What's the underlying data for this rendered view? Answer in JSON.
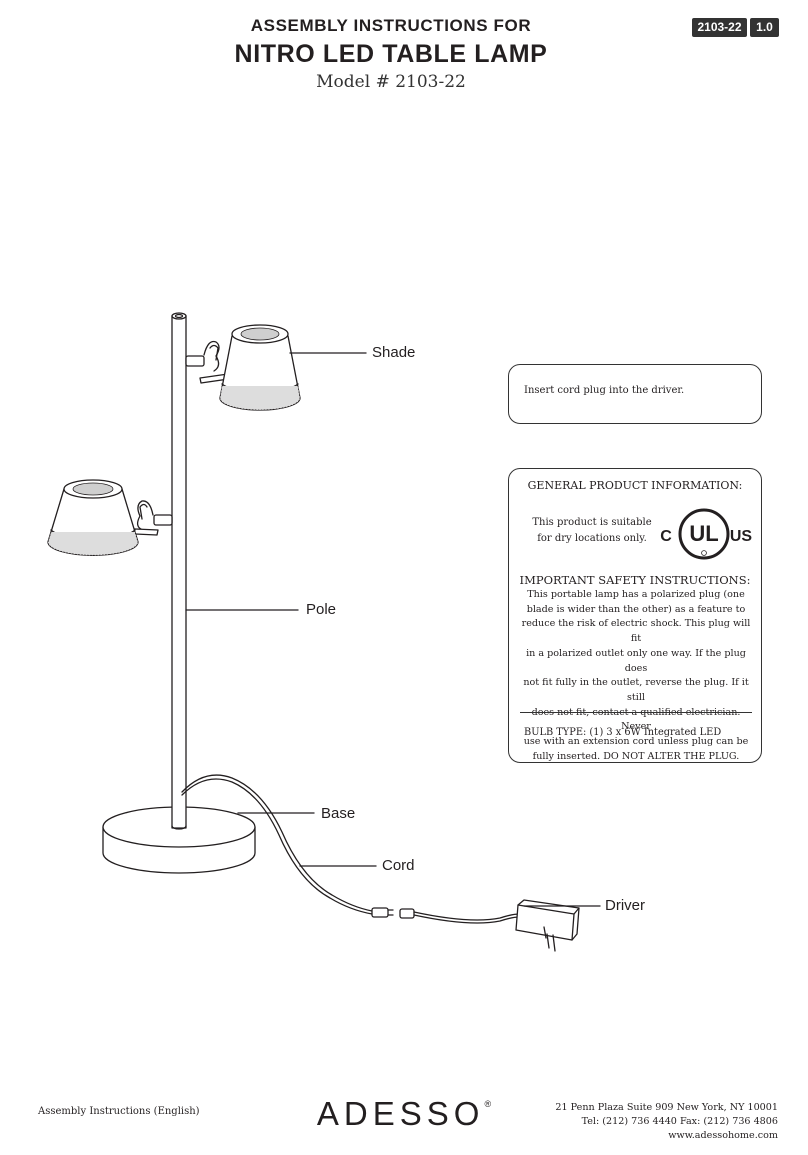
{
  "header": {
    "supertitle": "ASSEMBLY INSTRUCTIONS FOR",
    "title": "NITRO LED TABLE LAMP",
    "model": "Model # 2103-22"
  },
  "badges": {
    "code": "2103-22",
    "version": "1.0"
  },
  "labels": {
    "shade": "Shade",
    "pole": "Pole",
    "base": "Base",
    "cord": "Cord",
    "driver": "Driver"
  },
  "note": {
    "text": "Insert cord plug  into the driver."
  },
  "info": {
    "heading": "GENERAL PRODUCT INFORMATION:",
    "dry_line1": "This product is suitable",
    "dry_line2": "for dry locations only.",
    "ul_c": "C",
    "ul_mark": "UL",
    "ul_us": "US",
    "safety_heading": "IMPORTANT SAFETY INSTRUCTIONS:",
    "safety_lines": [
      "This portable lamp has a polarized plug (one",
      "blade is wider than the other) as a feature to",
      "reduce the risk of electric shock. This plug will fit",
      "in a polarized outlet only one way. If the plug does",
      "not fit fully in the outlet, reverse the plug. If it still",
      "does not fit, contact a qualified electrician. Never",
      "use with an extension cord unless plug can be",
      "fully inserted. DO NOT ALTER THE PLUG."
    ],
    "bulb": "BULB TYPE: (1) 3 x 6W Integrated LED"
  },
  "footer": {
    "left": "Assembly Instructions (English)",
    "logo": "ADESSO",
    "registered": "®",
    "address": "21 Penn Plaza Suite 909 New York, NY 10001",
    "phone": "Tel: (212) 736 4440  Fax: (212) 736 4806",
    "web": "www.adessohome.com"
  },
  "colors": {
    "ink": "#231f20",
    "badge": "#333333"
  }
}
